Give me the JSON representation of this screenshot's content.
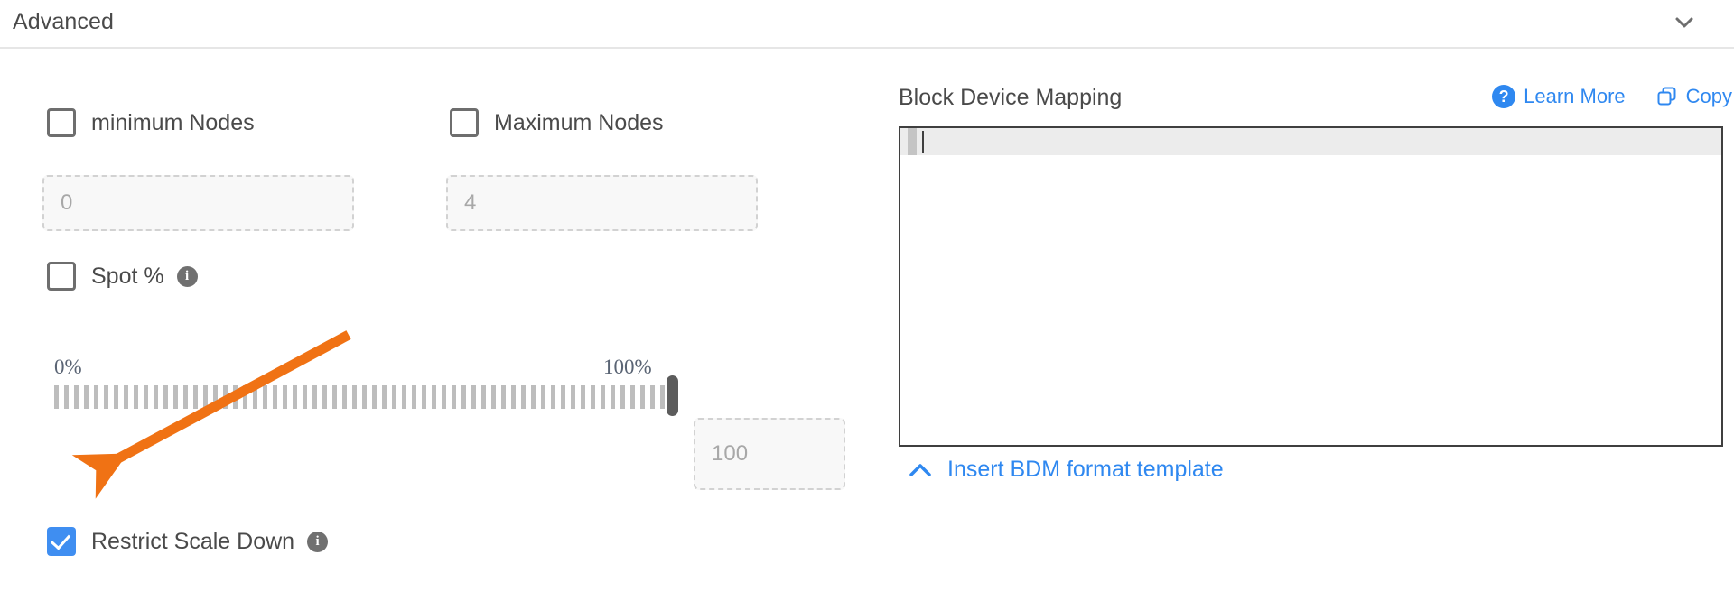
{
  "header": {
    "title": "Advanced",
    "collapse_icon": "chevron-down-icon"
  },
  "left": {
    "min_nodes": {
      "label": "minimum Nodes",
      "checked": false,
      "value": "",
      "placeholder": "0"
    },
    "max_nodes": {
      "label": "Maximum Nodes",
      "checked": false,
      "value": "",
      "placeholder": "4"
    },
    "spot": {
      "label": "Spot %",
      "checked": false,
      "info_icon": "info-icon"
    },
    "slider": {
      "min_label": "0%",
      "max_label": "100%",
      "value": 100,
      "value_field_placeholder": "100"
    },
    "restrict_scale_down": {
      "label": "Restrict Scale Down",
      "checked": true,
      "info_icon": "info-icon"
    }
  },
  "right": {
    "title": "Block Device Mapping",
    "learn_more": {
      "label": "Learn More",
      "icon": "question-circle-icon",
      "badge": "?"
    },
    "copy": {
      "label": "Copy",
      "icon": "copy-icon"
    },
    "editor": {
      "content": ""
    },
    "insert_template": {
      "label": "Insert BDM format template",
      "icon": "chevron-up-icon"
    }
  },
  "annotation": {
    "arrow_color": "#f07214",
    "points_to": "restrict-scale-down-checkbox"
  },
  "colors": {
    "accent_blue": "#2f88f0",
    "checkbox_blue": "#3f8ef1",
    "annotation_orange": "#f07214",
    "text_gray": "#4a4a4a"
  }
}
